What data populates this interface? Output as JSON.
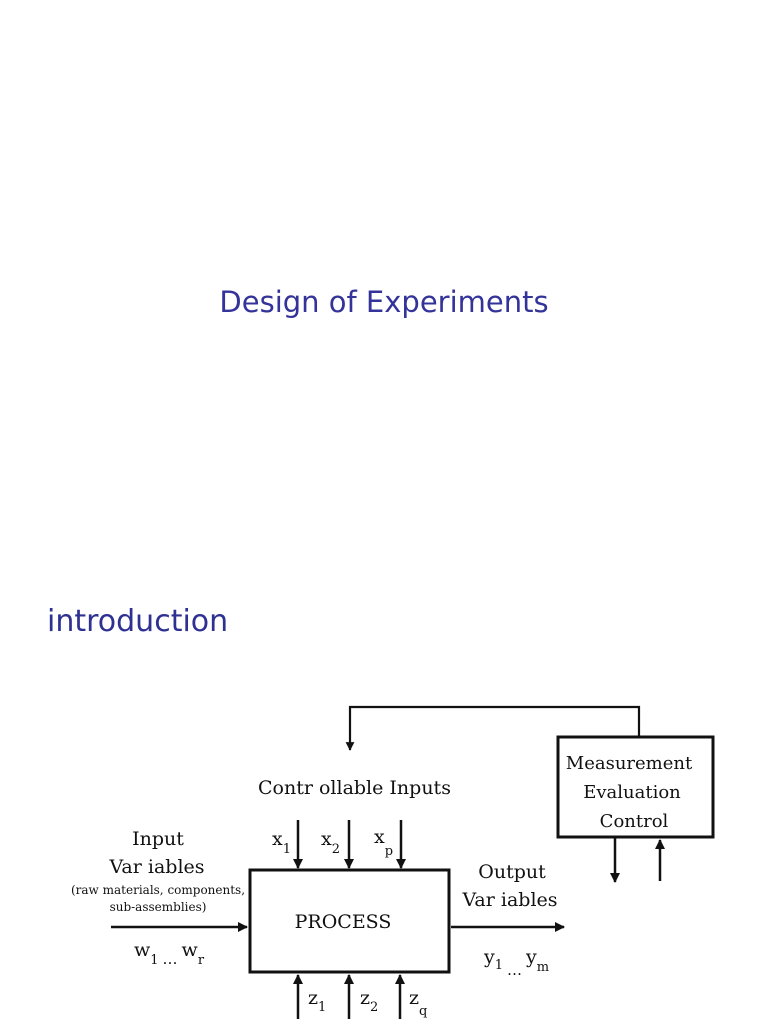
{
  "slide": {
    "title": "Design of Experiments",
    "section_heading": "introduction"
  },
  "diagram": {
    "process_label": "PROCESS",
    "controllable_inputs_label": "Contr ollable Inputs",
    "input_variables": {
      "line1": "Input",
      "line2": "Var iables",
      "line3": "(raw   materials, components,",
      "line4": "sub-assemblies)"
    },
    "output_variables": {
      "line1": "Output",
      "line2": "Var iables"
    },
    "measurement_box": {
      "line1": "Measurement",
      "line2": "Evaluation",
      "line3": "Control"
    },
    "controllable_vars": [
      {
        "base": "x",
        "sub": "1"
      },
      {
        "base": "x",
        "sub": "2"
      },
      {
        "base": "x",
        "sub": "p"
      }
    ],
    "noise_vars": [
      {
        "base": "z",
        "sub": "1"
      },
      {
        "base": "z",
        "sub": "2"
      },
      {
        "base": "z",
        "sub": "q"
      }
    ],
    "input_range": {
      "first": "w",
      "first_sub": "1",
      "dots": "…",
      "last": "w",
      "last_sub": "r"
    },
    "output_range": {
      "first": "y",
      "first_sub": "1",
      "dots": "…",
      "last": "y",
      "last_sub": "m"
    }
  },
  "colors": {
    "title": "#333399",
    "diagram_ink": "#111111"
  }
}
